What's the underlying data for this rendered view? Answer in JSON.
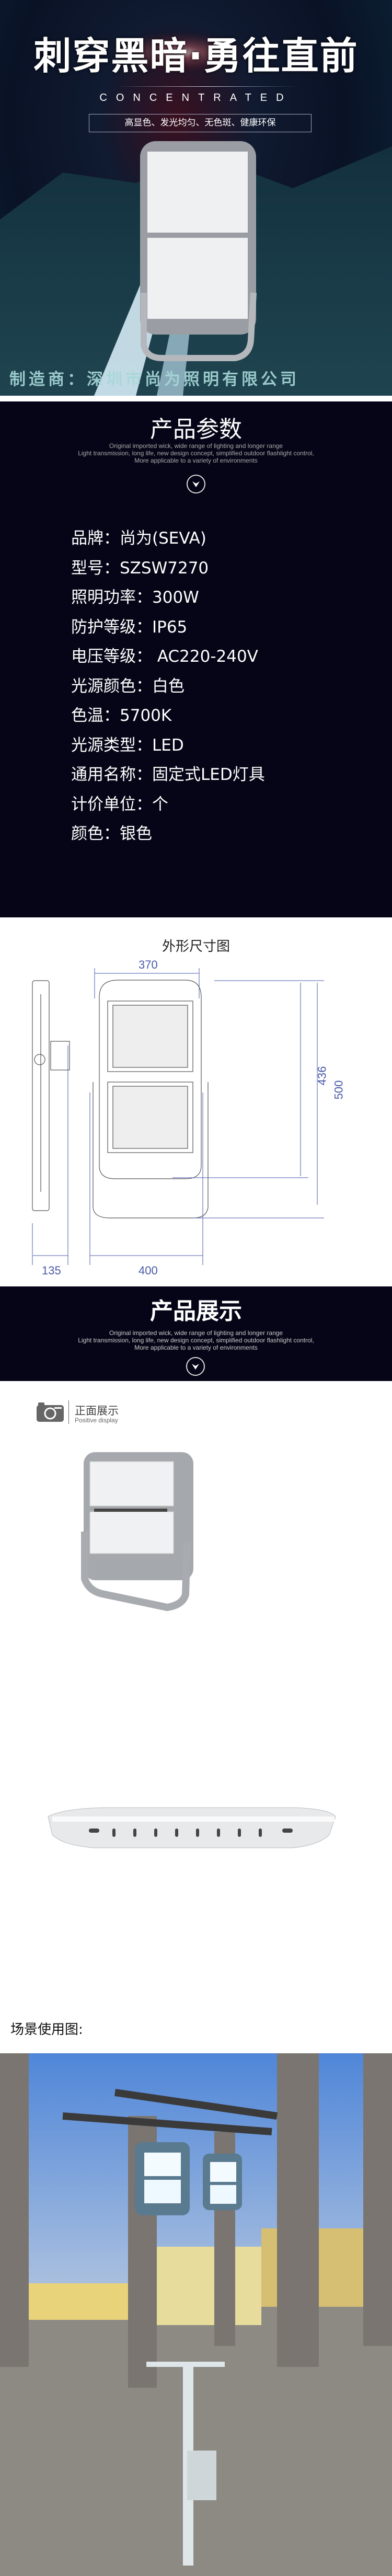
{
  "hero": {
    "title": "刺穿黑暗·勇往直前",
    "subtitle_en": "CONCENTRATED",
    "tagline": "高显色、发光均匀、无色斑、健康环保",
    "manufacturer": "制造商：深圳市尚为照明有限公司"
  },
  "params_section": {
    "title": "产品参数",
    "description": [
      "Original imported wick, wide range of lighting and longer range",
      "Light transmission, long life, new design concept, simplified outdoor flashlight control,",
      "More applicable to a variety of environments"
    ],
    "items": [
      "品牌：尚为(SEVA)",
      "型号：SZSW7270",
      "照明功率：300W",
      "防护等级：IP65",
      "电压等级：  AC220-240V",
      "光源颜色：白色",
      "色温：5700K",
      "光源类型：LED",
      "通用名称：固定式LED灯具",
      "计价单位：个",
      "颜色：银色"
    ]
  },
  "dimensions": {
    "title": "外形尺寸图",
    "width_top": "370",
    "height_body": "436",
    "height_total": "500",
    "depth": "135",
    "width_bottom": "400"
  },
  "display_section": {
    "title": "产品展示",
    "description": [
      "Original imported wick, wide range of lighting and longer range",
      "Light transmission, long life, new design concept, simplified outdoor flashlight control,",
      "More applicable to a variety of environments"
    ],
    "front_label": "正面展示",
    "front_label_en": "Positive display"
  },
  "scene": {
    "label": "场景使用图:"
  },
  "colors": {
    "dark_bg": "#050517",
    "dim_blue": "#4a5aa8",
    "maker_text": "#a7d8d8"
  }
}
